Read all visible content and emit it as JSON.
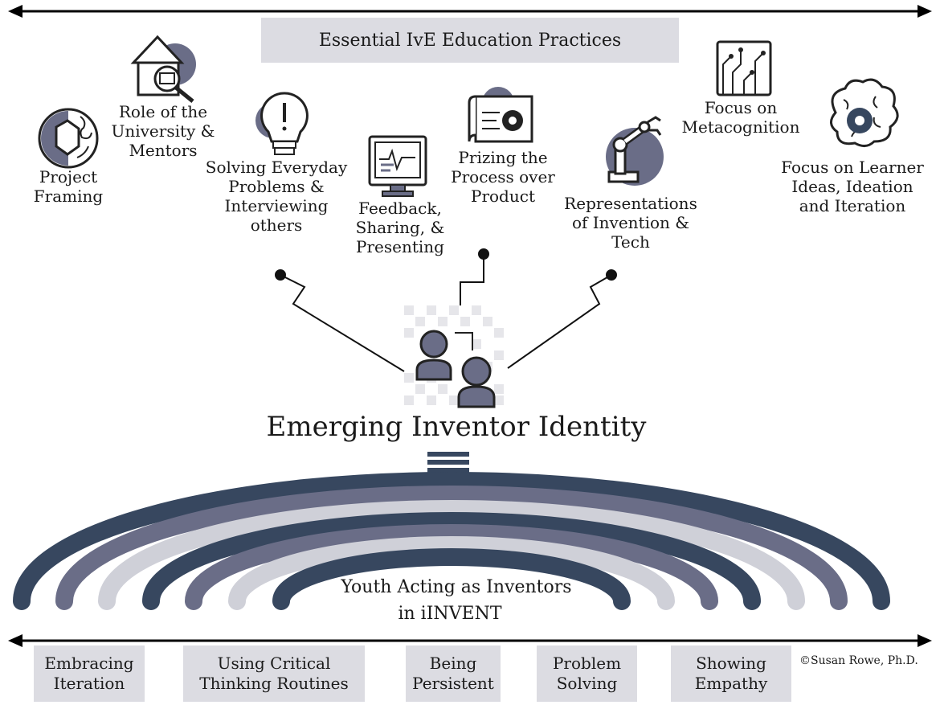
{
  "header": {
    "title": "Essential IvE Education Practices"
  },
  "practices": [
    {
      "id": "project-framing",
      "lines": [
        "Project",
        "Framing"
      ],
      "icon": "globe-icon"
    },
    {
      "id": "role-university",
      "lines": [
        "Role of the",
        "University &",
        "Mentors"
      ],
      "icon": "house-search-icon"
    },
    {
      "id": "solving-problems",
      "lines": [
        "Solving Everyday",
        "Problems &",
        "Interviewing",
        "others"
      ],
      "icon": "lightbulb-icon"
    },
    {
      "id": "feedback",
      "lines": [
        "Feedback,",
        "Sharing, &",
        "Presenting"
      ],
      "icon": "monitor-icon"
    },
    {
      "id": "prizing-process",
      "lines": [
        "Prizing the",
        "Process over",
        "Product"
      ],
      "icon": "blueprint-gear-icon"
    },
    {
      "id": "representations",
      "lines": [
        "Representations",
        "of Invention &",
        "Tech"
      ],
      "icon": "robot-arm-icon"
    },
    {
      "id": "metacognition",
      "lines": [
        "Focus on",
        "Metacognition"
      ],
      "icon": "circuit-icon"
    },
    {
      "id": "learner-ideas",
      "lines": [
        "Focus on Learner",
        "Ideas, Ideation",
        "and Iteration"
      ],
      "icon": "brain-gear-icon"
    }
  ],
  "center": {
    "title": "Emerging Inventor Identity",
    "icon": "two-people-icon"
  },
  "arches": {
    "line1": "Youth Acting as Inventors",
    "line2": "in iINVENT"
  },
  "behaviors": [
    {
      "line1": "Embracing",
      "line2": "Iteration"
    },
    {
      "line1": "Using Critical",
      "line2": "Thinking Routines"
    },
    {
      "line1": "Being",
      "line2": "Persistent"
    },
    {
      "line1": "Problem",
      "line2": "Solving"
    },
    {
      "line1": "Showing",
      "line2": "Empathy"
    }
  ],
  "copyright": "©Susan Rowe, Ph.D.",
  "colors": {
    "dark": "#37475f",
    "mid": "#6a6d87",
    "light": "#cfd0d8",
    "box": "#dcdce2"
  }
}
